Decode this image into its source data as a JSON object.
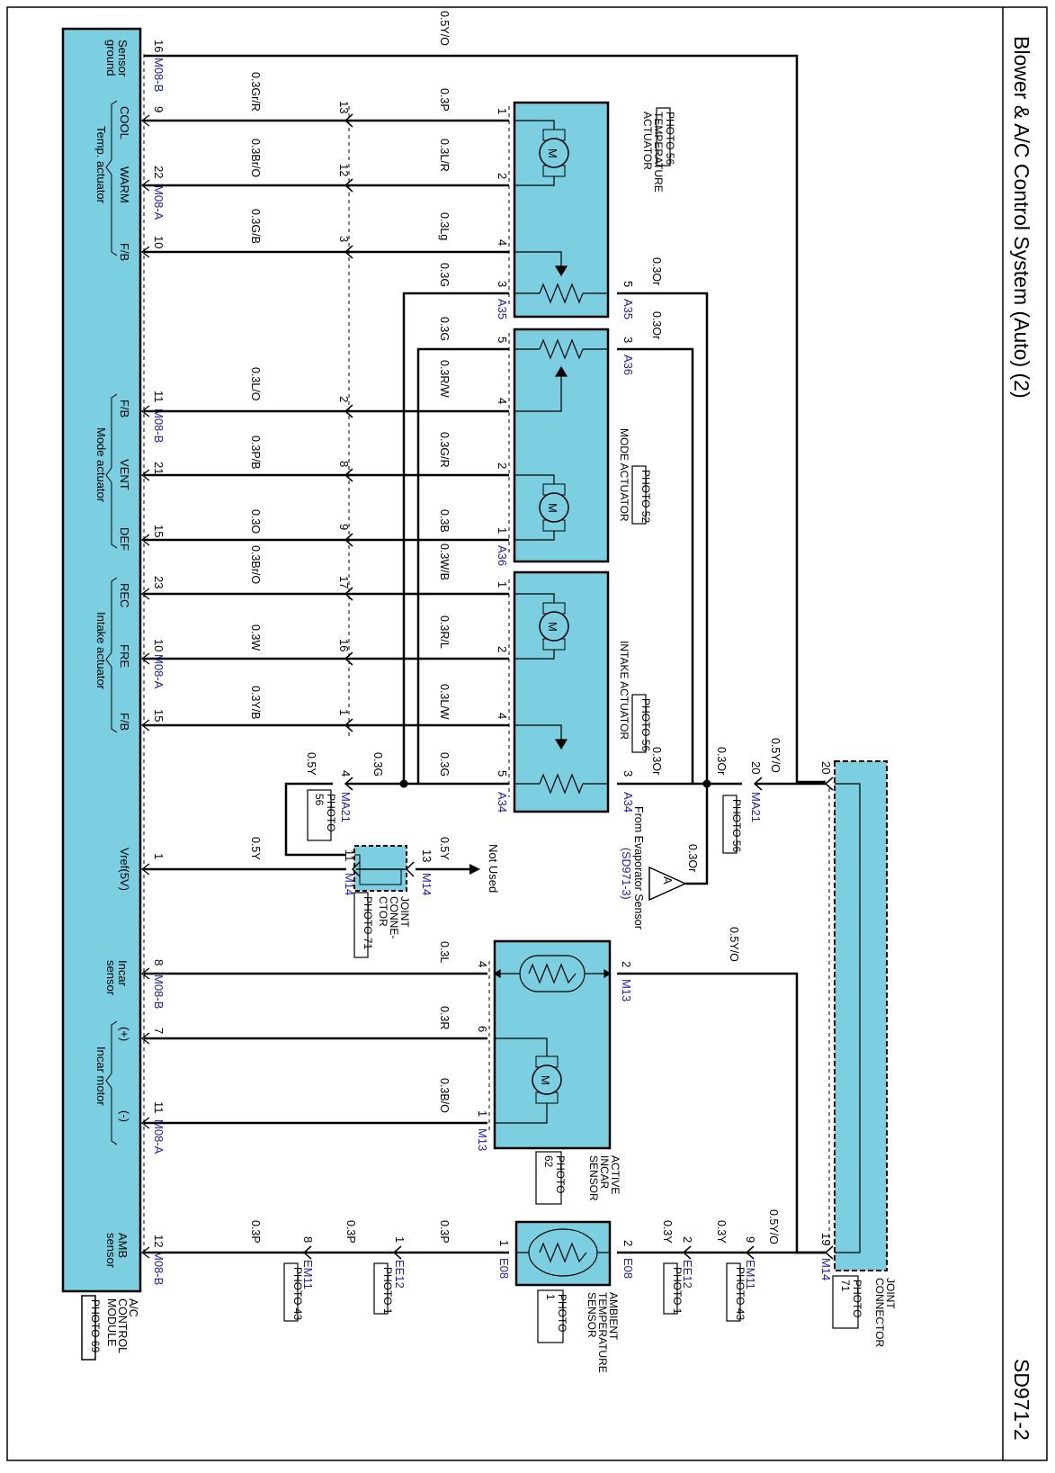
{
  "header": {
    "title": "Blower & A/C Control System (Auto) (2)",
    "code": "SD971-2"
  },
  "colors": {
    "component_fill": "#7ccfe0",
    "wire": "#000000",
    "connector_label": "#1a1aa8",
    "frame": "#000000"
  },
  "module": {
    "name": [
      "A/C",
      "CONTROL",
      "MODULE"
    ],
    "photo": "PHOTO 69",
    "pins": [
      {
        "id": "p16",
        "pin": "16",
        "label": "Sensor ground",
        "conn": "M08-B"
      },
      {
        "id": "p9",
        "pin": "9",
        "label": "COOL",
        "conn": ""
      },
      {
        "id": "p22",
        "pin": "22",
        "label": "WARM",
        "conn": "M08-A"
      },
      {
        "id": "p10a",
        "pin": "10",
        "label": "F/B",
        "conn": ""
      },
      {
        "id": "p11b",
        "pin": "11",
        "label": "F/B",
        "conn": "M08-B"
      },
      {
        "id": "p21",
        "pin": "21",
        "label": "VENT",
        "conn": ""
      },
      {
        "id": "p15b",
        "pin": "15",
        "label": "DEF",
        "conn": ""
      },
      {
        "id": "p23",
        "pin": "23",
        "label": "REC",
        "conn": ""
      },
      {
        "id": "p10b",
        "pin": "10",
        "label": "FRE",
        "conn": "M08-A"
      },
      {
        "id": "p15a",
        "pin": "15",
        "label": "F/B",
        "conn": ""
      },
      {
        "id": "p1",
        "pin": "1",
        "label": "Vref(5V)",
        "conn": ""
      },
      {
        "id": "p8",
        "pin": "8",
        "label": "Incar sensor",
        "conn": "M08-B"
      },
      {
        "id": "p7",
        "pin": "7",
        "label": "(+)",
        "conn": ""
      },
      {
        "id": "p11a",
        "pin": "11",
        "label": "(-)",
        "conn": "M08-A"
      },
      {
        "id": "p12",
        "pin": "12",
        "label": "AMB sensor",
        "conn": "M08-B"
      }
    ],
    "groups": [
      "Temp. actuator",
      "Mode actuator",
      "Intake actuator",
      "Incar motor"
    ]
  },
  "components": {
    "temp_actuator": {
      "name": [
        "TEMPERATURE",
        "ACTUATOR"
      ],
      "photo": "PHOTO 56",
      "conn": "A35"
    },
    "mode_actuator": {
      "name": [
        "MODE ACTUATOR"
      ],
      "photo": "PHOTO 52",
      "conn": "A36"
    },
    "intake_actuator": {
      "name": [
        "INTAKE ACTUATOR"
      ],
      "photo": "PHOTO 56",
      "conn": "A34"
    },
    "incar_sensor": {
      "name": [
        "ACTIVE",
        "INCAR",
        "SENSOR"
      ],
      "photo": "PHOTO 62",
      "conn": "M13"
    },
    "ambient_sensor": {
      "name": [
        "AMBIENT",
        "TEMPERATURE",
        "SENSOR"
      ],
      "photo": "PHOTO 1",
      "conn": "E08"
    },
    "joint_connector_m14": {
      "name": [
        "JOINT",
        "CONNE-",
        "CTOR"
      ],
      "photo": "PHOTO 71",
      "conn": "M14"
    },
    "joint_connector_main": {
      "name": [
        "JOINT",
        "CONNECTOR"
      ],
      "photo": "PHOTO 71",
      "conn": "M14"
    }
  },
  "wires": {
    "sensor_ground": "0.5Y/O",
    "cool_left": "0.3Gr/R",
    "cool_right": "0.3P",
    "warm_left": "0.3Br/O",
    "warm_right": "0.3L/R",
    "fb_temp_left": "0.3G/B",
    "fb_temp_right": "0.3Lg",
    "temp_pin3": "0.3G",
    "temp_pin5": "0.3Or",
    "mode_pin5": "0.3G",
    "mode_pin3": "0.3Or",
    "fb_mode_left": "0.3L/O",
    "fb_mode_right": "0.3R/W",
    "vent_left": "0.3P/B",
    "vent_right": "0.3G/R",
    "def_left": "0.3O",
    "def_right": "0.3B",
    "rec_left": "0.3Br/O",
    "rec_right": "0.3W/B",
    "fre_left": "0.3W",
    "fre_right": "0.3R/L",
    "fb_intake_left": "0.3Y/B",
    "fb_intake_right": "0.3L/W",
    "intake_pin5": "0.3G",
    "intake_pin3": "0.3Or",
    "ma21_pin4_left": "0.5Y",
    "ma21_pin4_right": "0.3G",
    "ma21_pin20_left": "0.3Or",
    "ma21_pin20_right": "0.5Y/O",
    "evap_wire": "0.3Or",
    "vref_left": "0.5Y",
    "vref_right": "0.5Y",
    "incar_pin4": "0.3L",
    "incar_pin6": "0.3R",
    "incar_pin1": "0.3B/O",
    "incar_pin2": "0.5Y/O",
    "amb_p12": "0.3P",
    "amb_em11_left": "0.3P",
    "amb_ee12_left": "0.3P",
    "amb_pin2": "0.3Y",
    "amb_ee12_right": "0.3Y",
    "amb_em11_right": "0.5Y/O"
  },
  "connectors": {
    "inline_pins": {
      "cool": "13",
      "warm": "12",
      "fb_temp": "3",
      "fb_mode": "2",
      "vent": "8",
      "def": "9",
      "rec": "17",
      "fre": "16",
      "fb_intake": "1"
    },
    "ma21": {
      "id": "MA21",
      "photo": "PHOTO 56",
      "pin_g": "4",
      "pin_or": "20"
    },
    "m14_small": {
      "pin_in": "11",
      "pin_out": "13"
    },
    "joint_main_pins": {
      "top": "20",
      "bottom": "19"
    },
    "ee12": {
      "id": "EE12",
      "photo": "PHOTO 1",
      "pin_left": "1",
      "pin_right": "2"
    },
    "em11": {
      "id": "EM11",
      "photo": "PHOTO 43",
      "pin_left": "8",
      "pin_right": "9"
    },
    "e08": {
      "pin_left": "1",
      "pin_right": "2"
    }
  },
  "annotations": {
    "not_used": "Not Used",
    "from_evaporator": "From Evaporator Sensor",
    "evaporator_ref": "(SD971-3)",
    "ref_letter": "A",
    "motor_symbol": "M"
  },
  "component_pins": {
    "temp": [
      "1",
      "2",
      "4",
      "3",
      "5"
    ],
    "mode": [
      "5",
      "4",
      "2",
      "1",
      "3"
    ],
    "intake": [
      "1",
      "2",
      "4",
      "5",
      "3"
    ],
    "incar": [
      "4",
      "6",
      "1",
      "2"
    ]
  }
}
